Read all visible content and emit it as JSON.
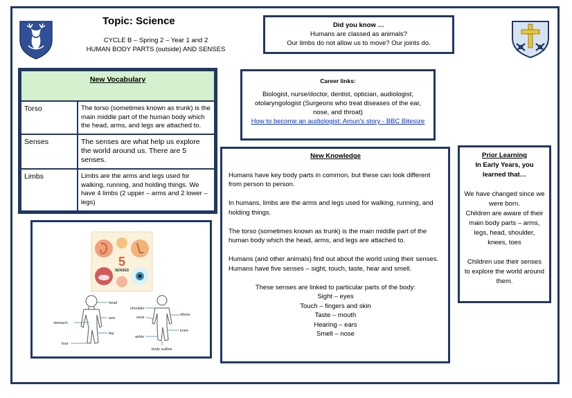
{
  "header": {
    "title": "Topic: Science",
    "subtitle_line1": "CYCLE B – Spring 2 – Year 1 and 2",
    "subtitle_line2": "HUMAN BODY PARTS (outside) AND SENSES"
  },
  "did_you_know": {
    "heading": "Did you know …",
    "line1": "Humans are classed as animals?",
    "line2": "Our limbs do not allow us to move? Our joints do."
  },
  "vocabulary": {
    "heading": "New Vocabulary",
    "rows": [
      {
        "term": "Torso",
        "definition": "The torso (sometimes known as trunk) is the main middle part of the human body which the head, arms, and legs are attached to."
      },
      {
        "term": "Senses",
        "definition": "The senses are what help us explore the world around us. There are 5 senses."
      },
      {
        "term": "Limbs",
        "definition": "Limbs are the arms and legs used for walking, running, and holding things. We have 4 limbs (2 upper – arms and 2 lower – legs)"
      }
    ]
  },
  "career": {
    "heading": "Career links:",
    "text": "Biologist, nurse/doctor, dentist, optician, audiologist, otolaryngologist (Surgeons who treat diseases of the ear, nose, and throat)",
    "link_text": "How to become an audiologist: Amun's story - BBC Bitesize"
  },
  "knowledge": {
    "heading": "New Knowledge",
    "p1": "Humans have key body parts in common, but these can look different from person to person.",
    "p2": "In humans, limbs are the arms and legs used for walking, running, and holding things.",
    "p3": "The torso (sometimes known as trunk) is the main middle part of the human body which the head, arms, and legs are attached to.",
    "p4": "Humans (and other animals) find out about the world using their senses. Humans have five senses – sight, touch, taste, hear and smell.",
    "intro": "These senses are linked to particular parts of the body:",
    "senses": [
      "Sight – eyes",
      "Touch – fingers and skin",
      "Taste – mouth",
      "Hearing – ears",
      "Smell – nose"
    ]
  },
  "prior": {
    "heading": "Prior Learning",
    "sub": "In Early Years, you learned that…",
    "p1": "We have changed since we were born.",
    "p2": "Children are aware of their main body parts – arms, legs, head, shoulder, knees, toes",
    "p3": "Children use their senses to explore the world around them."
  },
  "pictures": {
    "senses_number": "5",
    "senses_word": "SENSES",
    "labels": {
      "head": "head",
      "arm": "arm",
      "stomach": "stomach",
      "leg": "leg",
      "foot": "foot",
      "shoulder": "shoulder",
      "elbow": "elbow",
      "wrist": "wrist",
      "knee": "knee",
      "ankle": "ankle",
      "body_outline": "body outline"
    }
  },
  "colors": {
    "border": "#1f3763",
    "vocab_header": "#d5f0cf",
    "link": "#0033cc",
    "crest_blue": "#2f4f96",
    "crest_gold": "#e8c63a"
  }
}
